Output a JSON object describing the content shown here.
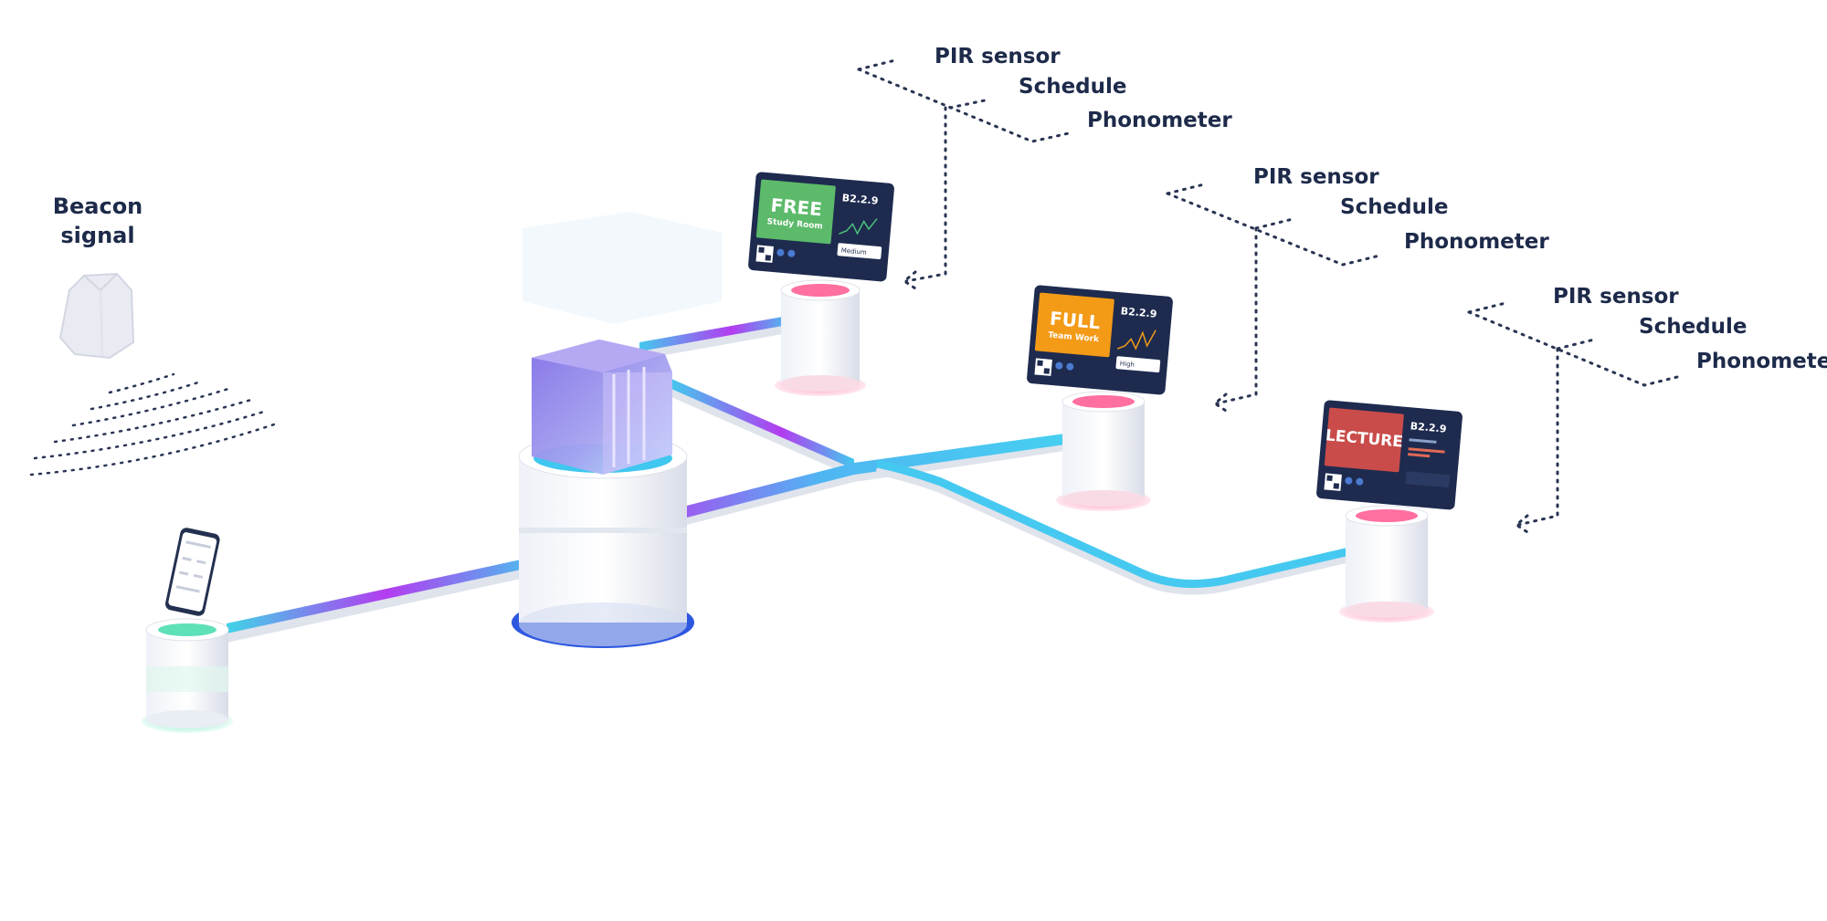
{
  "beacon": {
    "line1": "Beacon",
    "line2": "signal"
  },
  "sensor_groups": [
    {
      "pir": "PIR sensor",
      "schedule": "Schedule",
      "phonometer": "Phonometer"
    },
    {
      "pir": "PIR sensor",
      "schedule": "Schedule",
      "phonometer": "Phonometer"
    },
    {
      "pir": "PIR sensor",
      "schedule": "Schedule",
      "phonometer": "Phonometer"
    }
  ],
  "displays": [
    {
      "status": "FREE",
      "room_type": "Study Room",
      "room": "B2.2.9",
      "level": "Medium",
      "status_color": "#5cba6a"
    },
    {
      "status": "FULL",
      "room_type": "Team Work",
      "room": "B2.2.9",
      "level": "High",
      "status_color": "#f39a17"
    },
    {
      "status": "LECTURE",
      "room_type": "",
      "room": "B2.2.9",
      "level": "",
      "status_color": "#c94c4a"
    }
  ],
  "colors": {
    "text": "#1d2a4a",
    "screen_bg": "#1e2b4f",
    "pipe_purple": "#b33cf0",
    "pipe_blue": "#43c8ee"
  },
  "icons": [
    "beacon-stone-icon",
    "smartphone-icon",
    "qr-code-icon",
    "database-server-icon"
  ]
}
